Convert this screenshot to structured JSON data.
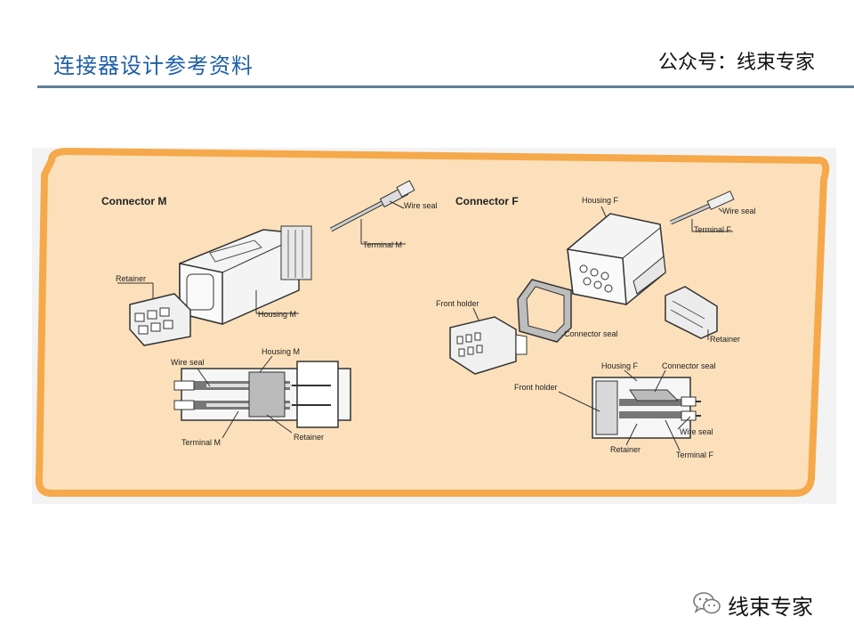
{
  "header": {
    "title": "连接器设计参考资料",
    "account": "公众号：线束专家"
  },
  "figure": {
    "connector_m": {
      "heading": "Connector M",
      "labels": {
        "wire_seal_top": "Wire seal",
        "terminal_top": "Terminal M",
        "retainer_top": "Retainer",
        "housing_top": "Housing M",
        "wire_seal_section": "Wire seal",
        "housing_section": "Housing M",
        "terminal_section": "Terminal M",
        "retainer_section": "Retainer"
      }
    },
    "connector_f": {
      "heading": "Connector F",
      "labels": {
        "housing_top": "Housing F",
        "wire_seal_top": "Wire seal",
        "terminal_top": "Terminal F",
        "front_holder_top": "Front holder",
        "connector_seal_top": "Connector seal",
        "retainer_top": "Retainer",
        "housing_section": "Housing F",
        "connector_seal_section": "Connector seal",
        "front_holder_section": "Front holder",
        "wire_seal_section": "Wire seal",
        "retainer_section": "Retainer",
        "terminal_section": "Terminal F"
      }
    }
  },
  "footer": {
    "icon": "wechat-icon",
    "text": "线束专家"
  },
  "colors": {
    "title": "#1f5fa8",
    "rule": "#5f7f95",
    "panel_bg": "#fbe0bb",
    "panel_border": "#f6a94a"
  }
}
